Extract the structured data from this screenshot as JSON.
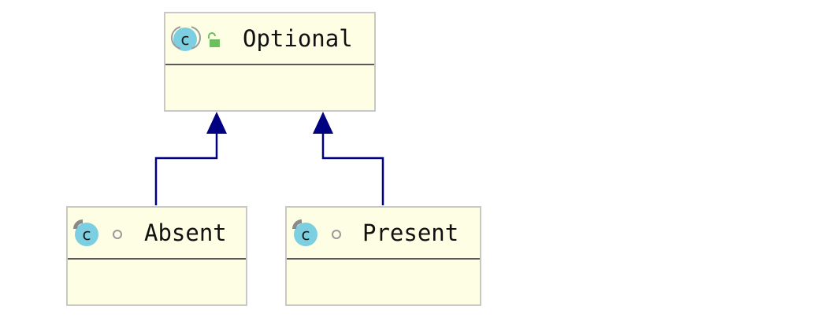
{
  "diagram": {
    "classes": [
      {
        "name": "Optional",
        "kind": "abstract class",
        "visibility": "public",
        "icon": "class-icon"
      },
      {
        "name": "Absent",
        "kind": "static class",
        "visibility": "package-private",
        "icon": "class-icon"
      },
      {
        "name": "Present",
        "kind": "static class",
        "visibility": "package-private",
        "icon": "class-icon"
      }
    ],
    "icon_letter": "c",
    "relations": [
      {
        "from": "Absent",
        "to": "Optional",
        "type": "inheritance"
      },
      {
        "from": "Present",
        "to": "Optional",
        "type": "inheritance"
      }
    ],
    "colors": {
      "class_fill": "#fefee4",
      "class_border": "#c8c8c8",
      "edge": "#000080",
      "class_icon": "#7ccfe0",
      "public_lock": "#6cbf5c"
    }
  }
}
